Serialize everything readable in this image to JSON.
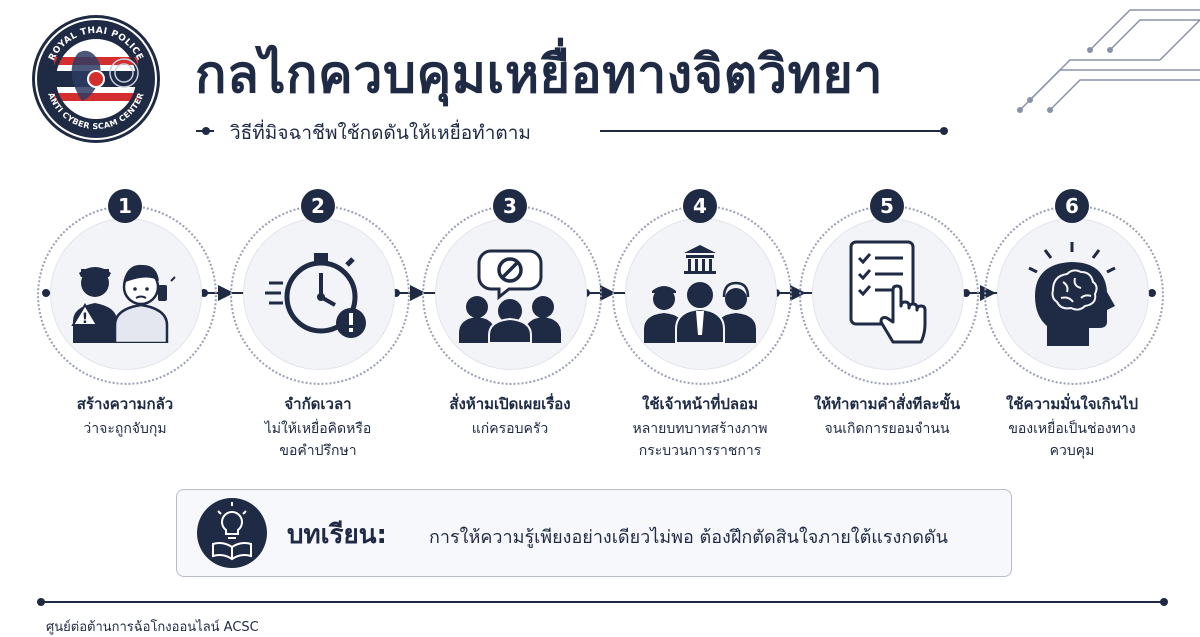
{
  "logo": {
    "top_text": "ROYAL THAI POLICE",
    "bottom_text": "ANTI CYBER SCAM CENTER",
    "colors": {
      "navy": "#1f2a44",
      "red": "#d32f2f",
      "white": "#ffffff"
    }
  },
  "header": {
    "title": "กลไกควบคุมเหยื่อทางจิตวิทยา",
    "subtitle": "วิธีที่มิจฉาชีพใช้กดดันให้เหยื่อทำตาม"
  },
  "steps": [
    {
      "number": "1",
      "icon": "police-and-scared-man-icon",
      "title": "สร้างความกลัว",
      "desc": [
        "ว่าจะถูกจับกุม"
      ]
    },
    {
      "number": "2",
      "icon": "stopwatch-alert-icon",
      "title": "จำกัดเวลา",
      "desc": [
        "ไม่ให้เหยื่อคิดหรือ",
        "ขอคำปรึกษา"
      ]
    },
    {
      "number": "3",
      "icon": "no-talking-group-icon",
      "title": "สั่งห้ามเปิดเผยเรื่อง",
      "desc": [
        "แก่ครอบครัว"
      ]
    },
    {
      "number": "4",
      "icon": "fake-officials-icon",
      "title": "ใช้เจ้าหน้าที่ปลอม",
      "desc": [
        "หลายบทบาทสร้างภาพ",
        "กระบวนการราชการ"
      ]
    },
    {
      "number": "5",
      "icon": "checklist-hand-icon",
      "title": "ให้ทำตามคำสั่งทีละขั้น",
      "desc": [
        "จนเกิดการยอมจำนน"
      ]
    },
    {
      "number": "6",
      "icon": "head-brain-icon",
      "title": "ใช้ความมั่นใจเกินไป",
      "desc": [
        "ของเหยื่อเป็นช่องทาง",
        "ควบคุม"
      ]
    }
  ],
  "lesson": {
    "icon": "lightbulb-book-icon",
    "label": "บทเรียน:",
    "text": "การให้ความรู้เพียงอย่างเดียวไม่พอ ต้องฝึกตัดสินใจภายใต้แรงกดดัน"
  },
  "footer": {
    "text": "ศูนย์ต่อต้านการฉ้อโกงออนไลน์ ACSC"
  },
  "colors": {
    "primary": "#1f2a44",
    "circle_bg": "#f3f4f8",
    "ring": "#9aa0b5"
  }
}
